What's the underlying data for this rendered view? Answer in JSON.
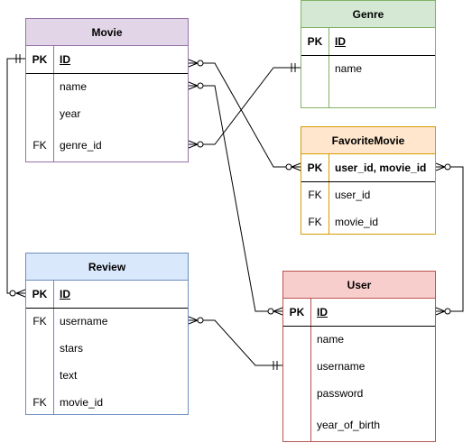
{
  "entities": {
    "movie": {
      "title": "Movie",
      "rows": [
        {
          "key": "PK",
          "attr": "ID"
        },
        {
          "key": "",
          "attr": "name"
        },
        {
          "key": "",
          "attr": "year"
        },
        {
          "key": "FK",
          "attr": "genre_id"
        }
      ]
    },
    "genre": {
      "title": "Genre",
      "rows": [
        {
          "key": "PK",
          "attr": "ID"
        },
        {
          "key": "",
          "attr": "name"
        }
      ]
    },
    "favorite_movie": {
      "title": "FavoriteMovie",
      "rows": [
        {
          "key": "PK",
          "attr": "user_id, movie_id"
        },
        {
          "key": "FK",
          "attr": "user_id"
        },
        {
          "key": "FK",
          "attr": "movie_id"
        }
      ]
    },
    "review": {
      "title": "Review",
      "rows": [
        {
          "key": "PK",
          "attr": "ID"
        },
        {
          "key": "FK",
          "attr": "username"
        },
        {
          "key": "",
          "attr": "stars"
        },
        {
          "key": "",
          "attr": "text"
        },
        {
          "key": "FK",
          "attr": "movie_id"
        }
      ]
    },
    "user": {
      "title": "User",
      "rows": [
        {
          "key": "PK",
          "attr": "ID"
        },
        {
          "key": "",
          "attr": "name"
        },
        {
          "key": "",
          "attr": "username"
        },
        {
          "key": "",
          "attr": "password"
        },
        {
          "key": "",
          "attr": "year_of_birth"
        }
      ]
    }
  },
  "relationships": [
    {
      "from": "movie.ID",
      "from_end": "one-and-only-one",
      "to": "review.ID",
      "to_end": "zero-or-many"
    },
    {
      "from": "movie.ID",
      "from_end": "zero-or-many",
      "to": "favorite_movie.user_id, movie_id",
      "to_end": "zero-or-many"
    },
    {
      "from": "movie.name",
      "from_end": "zero-or-many",
      "to": "user.ID",
      "to_end": "zero-or-many"
    },
    {
      "from": "movie.genre_id",
      "from_end": "zero-or-many",
      "to": "genre.name",
      "to_end": "one-and-only-one"
    },
    {
      "from": "favorite_movie.user_id, movie_id",
      "from_end": "zero-or-many",
      "to": "user.ID",
      "to_end": "zero-or-many"
    },
    {
      "from": "review.username",
      "from_end": "zero-or-many",
      "to": "user.username",
      "to_end": "one-and-only-one"
    }
  ],
  "colors": {
    "movie": {
      "fill": "#e1d5e7",
      "stroke": "#9673a6"
    },
    "genre": {
      "fill": "#d5e8d4",
      "stroke": "#82b366"
    },
    "favorite_movie": {
      "fill": "#ffe6cc",
      "stroke": "#d79b00"
    },
    "review": {
      "fill": "#dae8fc",
      "stroke": "#6c8ebf"
    },
    "user": {
      "fill": "#f8cecc",
      "stroke": "#b85450"
    },
    "connector": "#000000"
  }
}
